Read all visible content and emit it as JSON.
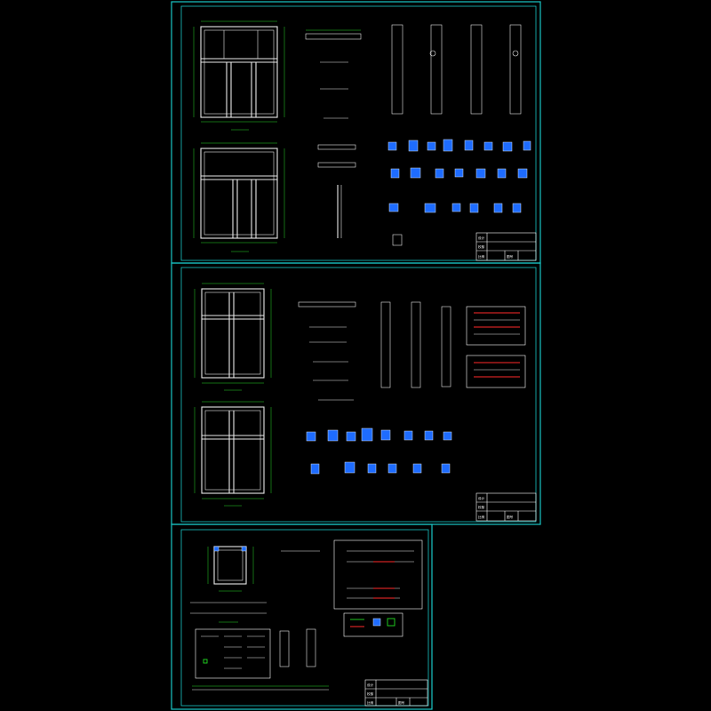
{
  "drawing_set": {
    "sheets": [
      {
        "id": "sheet-1",
        "title_block": {
          "label_designed": "设计",
          "label_checked": "校核",
          "label_scale": "比例",
          "label_sheet": "图号",
          "title": "",
          "code": "",
          "scale": "",
          "sheet_no": ""
        }
      },
      {
        "id": "sheet-2",
        "title_block": {
          "label_designed": "设计",
          "label_checked": "校核",
          "label_scale": "比例",
          "label_sheet": "图号",
          "title": "",
          "code": "",
          "scale": "",
          "sheet_no": ""
        }
      },
      {
        "id": "sheet-3",
        "title_block": {
          "label_designed": "设计",
          "label_checked": "校核",
          "label_scale": "比例",
          "label_sheet": "图号",
          "title": "",
          "code": "",
          "scale": "",
          "sheet_no": ""
        }
      }
    ],
    "colors": {
      "frame": "#19c6c6",
      "linework": "#e8e8e8",
      "dimension": "#22dd22",
      "section_fill": "#1e6cff",
      "highlight": "#ff2a2a",
      "background": "#000000"
    }
  }
}
